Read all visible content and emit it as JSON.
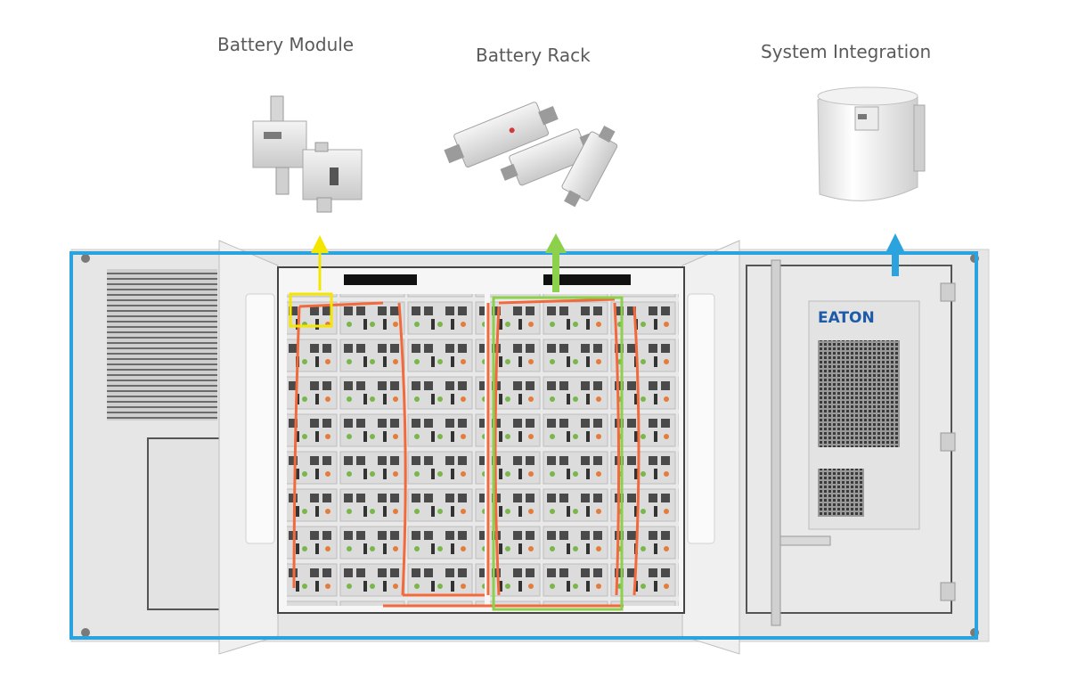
{
  "labels": {
    "battery_module": "Battery Module",
    "battery_rack": "Battery Rack",
    "system_integration": "System Integration"
  },
  "brand": {
    "logo_text": "EATON"
  },
  "colors": {
    "module_highlight": "#f5e600",
    "rack_highlight": "#8cd04c",
    "system_highlight": "#2aa3de",
    "container": "#e6e6e6",
    "cable": "#f26a3c"
  },
  "icons": {
    "module_fuse": "fuse-icon",
    "rack_fuses": "fuse-group-icon",
    "system_fuse": "cylindrical-fuse-icon"
  }
}
